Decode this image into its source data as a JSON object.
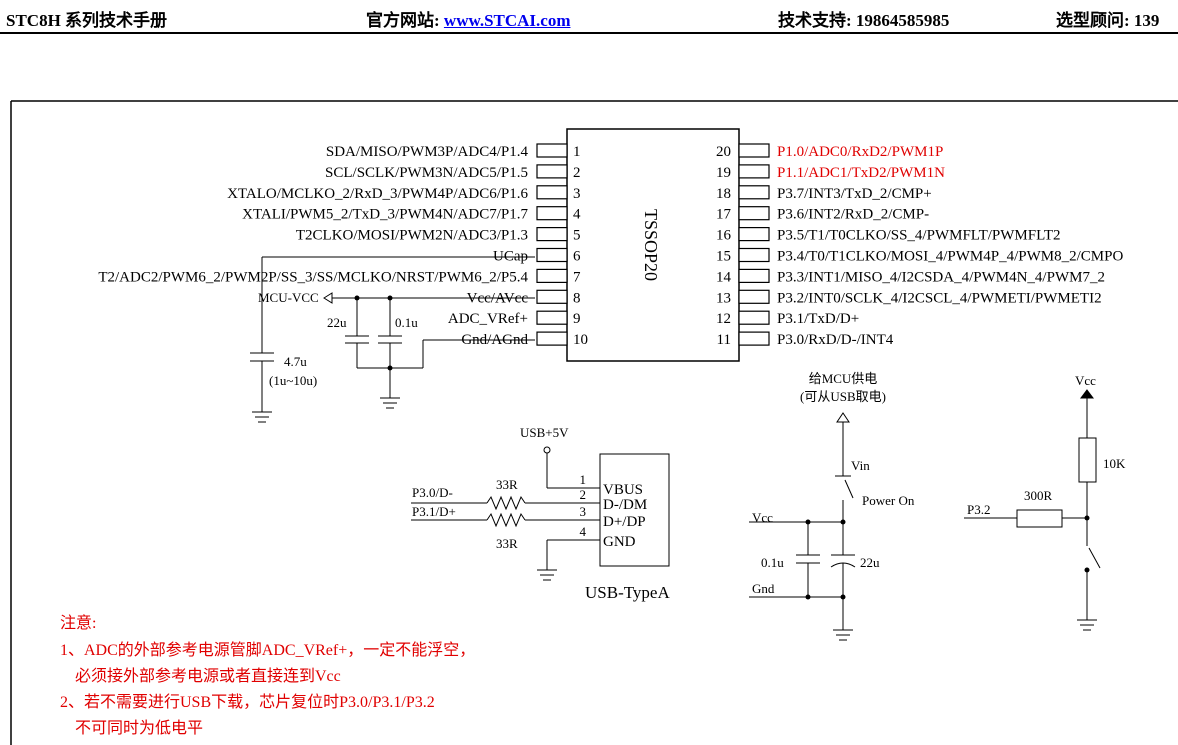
{
  "header": {
    "title": "STC8H 系列技术手册",
    "site_label": "官方网站:",
    "site_url": "www.STCAI.com",
    "support": "技术支持: 19864585985",
    "advisor": "选型顾问: 139"
  },
  "ic": {
    "name": "TSSOP20",
    "left_pins": [
      {
        "num": "1",
        "label": "SDA/MISO/PWM3P/ADC4/P1.4"
      },
      {
        "num": "2",
        "label": "SCL/SCLK/PWM3N/ADC5/P1.5"
      },
      {
        "num": "3",
        "label": "XTALO/MCLKO_2/RxD_3/PWM4P/ADC6/P1.6"
      },
      {
        "num": "4",
        "label": "XTALI/PWM5_2/TxD_3/PWM4N/ADC7/P1.7"
      },
      {
        "num": "5",
        "label": "T2CLKO/MOSI/PWM2N/ADC3/P1.3"
      },
      {
        "num": "6",
        "label": "UCap"
      },
      {
        "num": "7",
        "label": "T2/ADC2/PWM6_2/PWM2P/SS_3/SS/MCLKO/NRST/PWM6_2/P5.4"
      },
      {
        "num": "8",
        "label": "Vcc/AVcc"
      },
      {
        "num": "9",
        "label": "ADC_VRef+"
      },
      {
        "num": "10",
        "label": "Gnd/AGnd"
      }
    ],
    "right_pins": [
      {
        "num": "20",
        "label": "P1.0/ADC0/RxD2/PWM1P",
        "red": true
      },
      {
        "num": "19",
        "label": "P1.1/ADC1/TxD2/PWM1N",
        "red": true
      },
      {
        "num": "18",
        "label": "P3.7/INT3/TxD_2/CMP+"
      },
      {
        "num": "17",
        "label": "P3.6/INT2/RxD_2/CMP-"
      },
      {
        "num": "16",
        "label": "P3.5/T1/T0CLKO/SS_4/PWMFLT/PWMFLT2"
      },
      {
        "num": "15",
        "label": "P3.4/T0/T1CLKO/MOSI_4/PWM4P_4/PWM8_2/CMPO"
      },
      {
        "num": "14",
        "label": "P3.3/INT1/MISO_4/I2CSDA_4/PWM4N_4/PWM7_2"
      },
      {
        "num": "13",
        "label": "P3.2/INT0/SCLK_4/I2CSCL_4/PWMETI/PWMETI2"
      },
      {
        "num": "12",
        "label": "P3.1/TxD/D+"
      },
      {
        "num": "11",
        "label": "P3.0/RxD/D-/INT4"
      }
    ]
  },
  "power": {
    "mcu_vcc": "MCU-VCC",
    "cap_22u": "22u",
    "cap_01u": "0.1u",
    "cap_47u": "4.7u",
    "cap_47u_range": "(1u~10u)"
  },
  "usb": {
    "supply": "USB+5V",
    "name": "USB-TypeA",
    "pins": [
      {
        "num": "1",
        "label": "VBUS"
      },
      {
        "num": "2",
        "label": "D-/DM"
      },
      {
        "num": "3",
        "label": "D+/DP"
      },
      {
        "num": "4",
        "label": "GND"
      }
    ],
    "net_dm": "P3.0/D-",
    "net_dp": "P3.1/D+",
    "res_top": "33R",
    "res_bottom": "33R"
  },
  "supply_circuit": {
    "title_line1": "给MCU供电",
    "title_line2": "(可从USB取电)",
    "vin": "Vin",
    "power_on": "Power On",
    "vcc": "Vcc",
    "gnd": "Gnd",
    "cap_left": "0.1u",
    "cap_right": "22u"
  },
  "reset_circuit": {
    "vcc": "Vcc",
    "r_pullup": "10K",
    "r_series": "300R",
    "net": "P3.2"
  },
  "notes": {
    "title": "注意:",
    "line1": "1、ADC的外部参考电源管脚ADC_VRef+，一定不能浮空，",
    "line2": "必须接外部参考电源或者直接连到Vcc",
    "line3": "2、若不需要进行USB下载，芯片复位时P3.0/P3.1/P3.2",
    "line4": "不可同时为低电平"
  }
}
